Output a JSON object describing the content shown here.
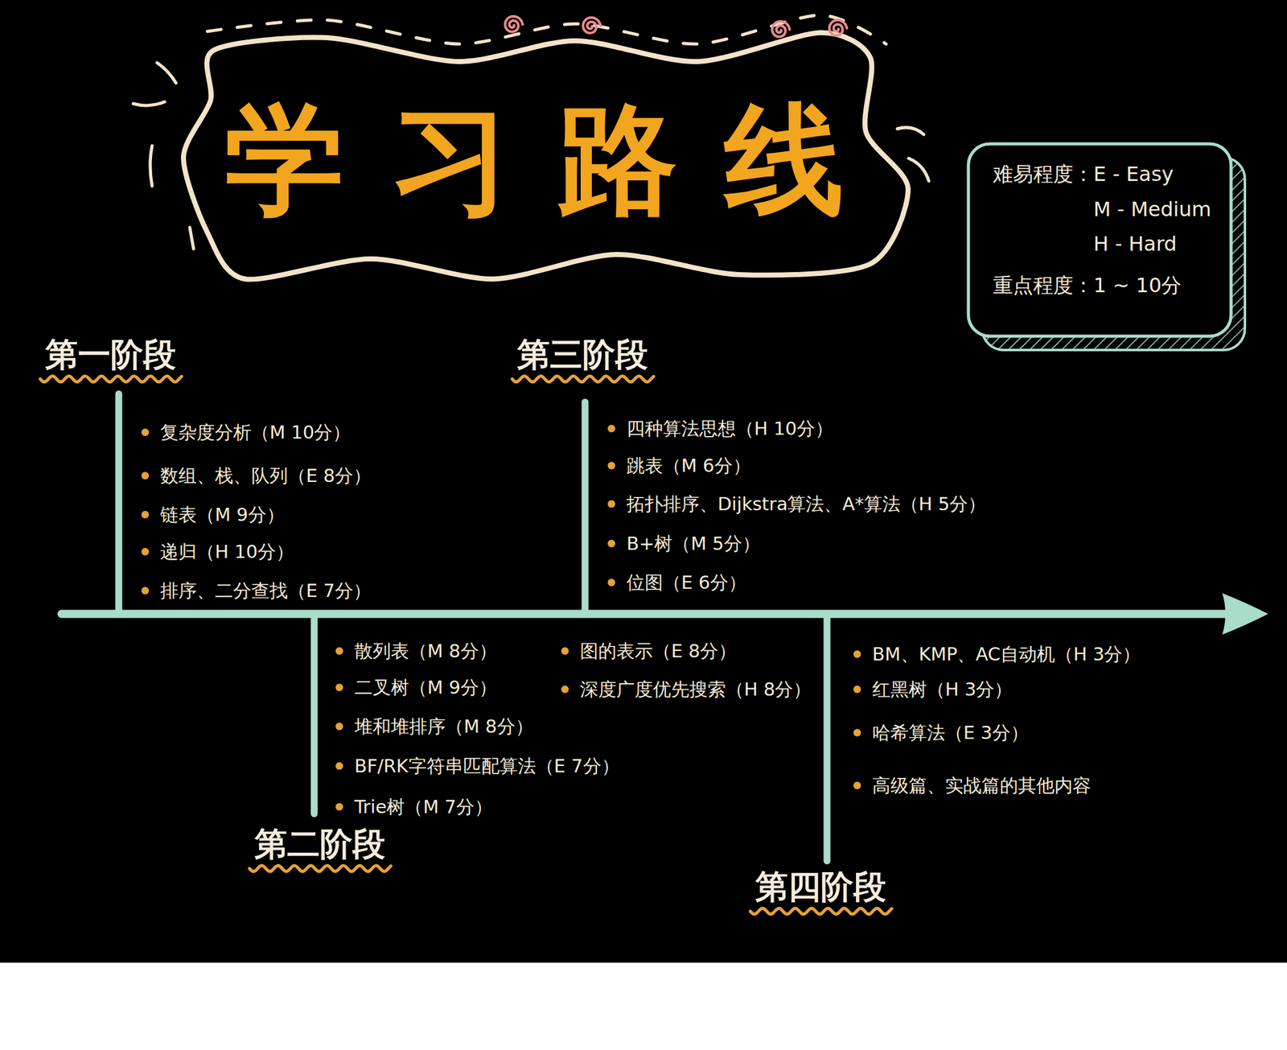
{
  "diagram": {
    "title": "学习路线",
    "nodes": [
      {
        "text": [
          "难易程度：E - Easy",
          "M - Medium",
          "H - Hard",
          "重点程度：1 ~ 10分"
        ]
      }
    ],
    "labels": [
      "第一阶段",
      "复杂度分析（M 10分）",
      "数组、栈、队列（E 8分）",
      "链表（M 9分）",
      "递归（H 10分）",
      "排序、二分查找（E 7分）",
      "第二阶段",
      "散列表（M 8分）",
      "二叉树（M 9分）",
      "堆和堆排序（M 8分）",
      "BF/RK字符串匹配算法（E 7分）",
      "Trie树（M 7分）",
      "图的表示（E 8分）",
      "深度广度优先搜索（H 8分）",
      "第三阶段",
      "四种算法思想（H 10分）",
      "跳表（M 6分）",
      "拓扑排序、Dijkstra算法、A*算法（H 5分）",
      "B+树（M 5分）",
      "位图（E 6分）",
      "第四阶段",
      "BM、KMP、AC自动机（H 3分）",
      "红黑树（H 3分）",
      "哈希算法（E 3分）",
      "高级篇、实战篇的其他内容"
    ]
  }
}
